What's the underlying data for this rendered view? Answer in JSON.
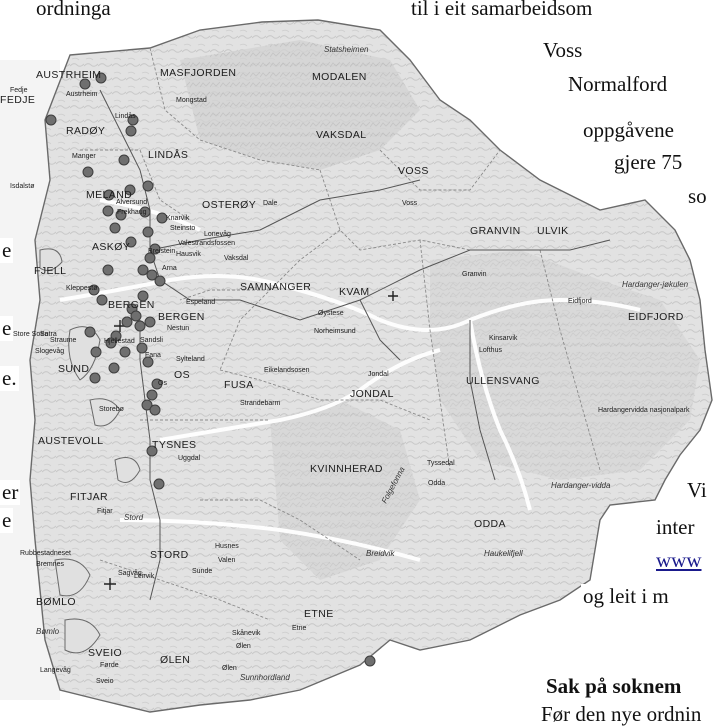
{
  "body_text": [
    {
      "id": "t1",
      "text": "ordninga"
    },
    {
      "id": "t2",
      "text": "til i eit samarbeidsom"
    },
    {
      "id": "t3",
      "text": "Voss"
    },
    {
      "id": "t4",
      "text": "Normalford"
    },
    {
      "id": "t5",
      "text": "oppgåvene"
    },
    {
      "id": "t6",
      "text": "gjere 75"
    },
    {
      "id": "t7",
      "text": "so"
    },
    {
      "id": "t8",
      "text": "e"
    },
    {
      "id": "t9",
      "text": "e"
    },
    {
      "id": "t10",
      "text": "e."
    },
    {
      "id": "t11",
      "text": "er"
    },
    {
      "id": "t12",
      "text": "e"
    },
    {
      "id": "t13",
      "text": "Vi"
    },
    {
      "id": "t14",
      "text": "inter"
    },
    {
      "id": "t15",
      "text": "www"
    },
    {
      "id": "t16",
      "text": "og leit i m"
    },
    {
      "id": "t17",
      "text": "Sak på soknem"
    },
    {
      "id": "t18",
      "text": "Før den nye ordnin"
    }
  ],
  "map": {
    "municipalities": [
      "AUSTRHEIM",
      "MASFJORDEN",
      "MODALEN",
      "RADØY",
      "LINDÅS",
      "VAKSDAL",
      "VOSS",
      "MELAND",
      "OSTERØY",
      "FJELL",
      "ASKØY",
      "GRANVIN",
      "ULVIK",
      "SAMNANGER",
      "KVAM",
      "BERGEN",
      "BERGEN",
      "EIDFJORD",
      "SUND",
      "OS",
      "FUSA",
      "JONDAL",
      "ULLENSVANG",
      "AUSTEVOLL",
      "TYSNES",
      "KVINNHERAD",
      "FITJAR",
      "ODDA",
      "STORD",
      "BØMLO",
      "ETNE",
      "SVEIO",
      "ØLEN"
    ],
    "places": [
      "Fedje",
      "FEDJE",
      "Austrheim",
      "Mongstad",
      "Lindås",
      "Manger",
      "Isdalstø",
      "Frekhaug",
      "Alversund",
      "Knarvik",
      "Steinsto",
      "Valestrandsfossen",
      "Hausvik",
      "Breistein",
      "Vaksdal",
      "Arna",
      "Statsheimen",
      "Dale",
      "Voss",
      "Granvin",
      "Kinsarvik",
      "Lofthus",
      "Eidfjord",
      "Espeland",
      "Nestun",
      "Kleppestø",
      "Hjellestad",
      "Straume",
      "Sotra",
      "Store Sotra",
      "Slogevåg",
      "Fana",
      "Sylteland",
      "Os",
      "Norheimsund",
      "Øystese",
      "Strandebarm",
      "Jondal",
      "Storebø",
      "Fitjar",
      "Stord",
      "Leirvik",
      "Sunde",
      "Husnes",
      "Valen",
      "Rubbestadneset",
      "Bremnes",
      "Bømlo",
      "Sagvåg",
      "Sveio",
      "Førde",
      "Ølen",
      "Etne",
      "Skånevik",
      "Ølen",
      "Sunnhordland",
      "Tyssedal",
      "Odda",
      "Folgefonna",
      "Hardanger-vidda",
      "Hardangervidda nasjonalpark",
      "Hardanger-jøkulen",
      "Haukelifjell",
      "Langevåg",
      "Uggdal",
      "Lonevåg",
      "Sandsli",
      "Eikelandsosen",
      "Breidvik"
    ],
    "legend": []
  }
}
